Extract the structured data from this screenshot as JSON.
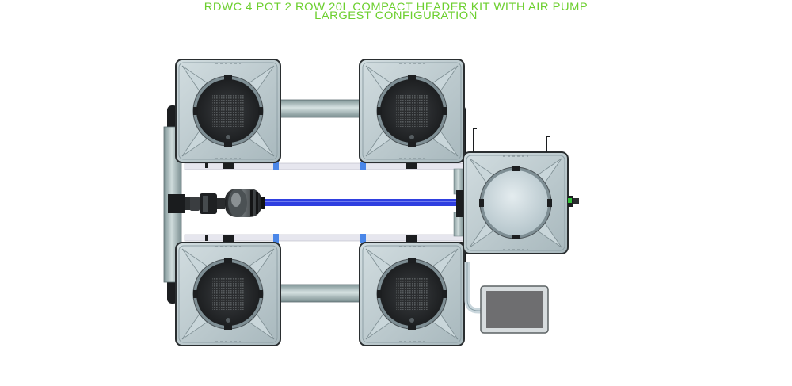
{
  "title": {
    "line1": "RDWC 4 POT 2 ROW 20L COMPACT HEADER KIT WITH AIR PUMP",
    "line2": "LARGEST CONFIGURATION"
  },
  "colors": {
    "title_green": "#6ccf2e",
    "pot_body": "#b9c7cc",
    "pot_outline": "#2a2e30",
    "pipe_grey": "#9fb3b5",
    "air_line_blue": "#2f3fe0",
    "water_line_white": "#e6e6ee",
    "connector_blue": "#4a86e8",
    "controller_screen": "#6e6e70"
  },
  "components": {
    "grow_pots": [
      "pot-top-left",
      "pot-top-right",
      "pot-bottom-left",
      "pot-bottom-right"
    ],
    "header_tank": "header-tank",
    "air_pump": "air-pump",
    "controller": "controller-box"
  }
}
